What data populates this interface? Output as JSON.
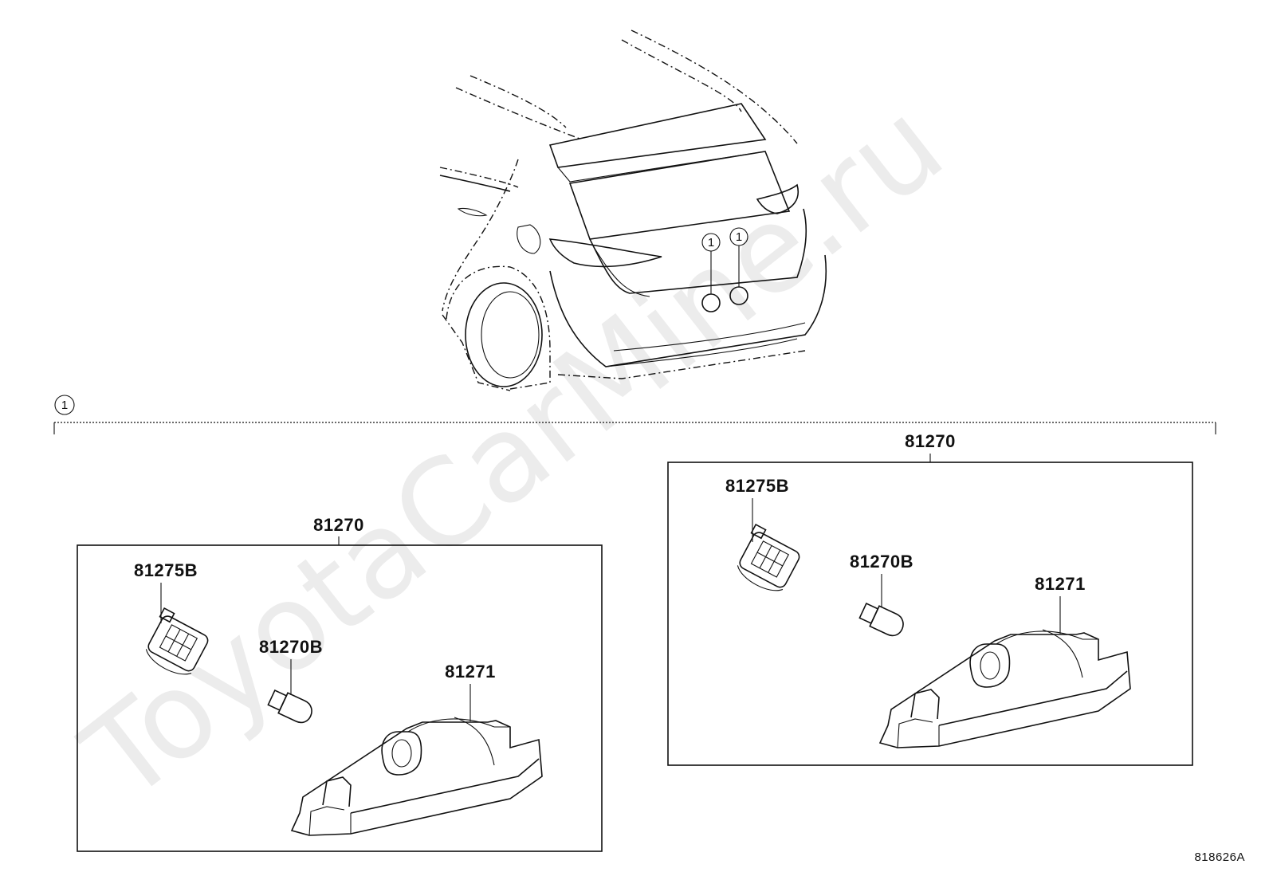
{
  "watermark": "ToyotaCarMine.ru",
  "callout_marker": "1",
  "vehicle": {
    "callouts": [
      "1",
      "1"
    ]
  },
  "bracket_marker": "1",
  "assemblies": [
    {
      "assembly_label": "81270",
      "parts": {
        "socket_label": "81275B",
        "bulb_label": "81270B",
        "lamp_label": "81271"
      }
    },
    {
      "assembly_label": "81270",
      "parts": {
        "socket_label": "81275B",
        "bulb_label": "81270B",
        "lamp_label": "81271"
      }
    }
  ],
  "diagram_code": "818626A"
}
